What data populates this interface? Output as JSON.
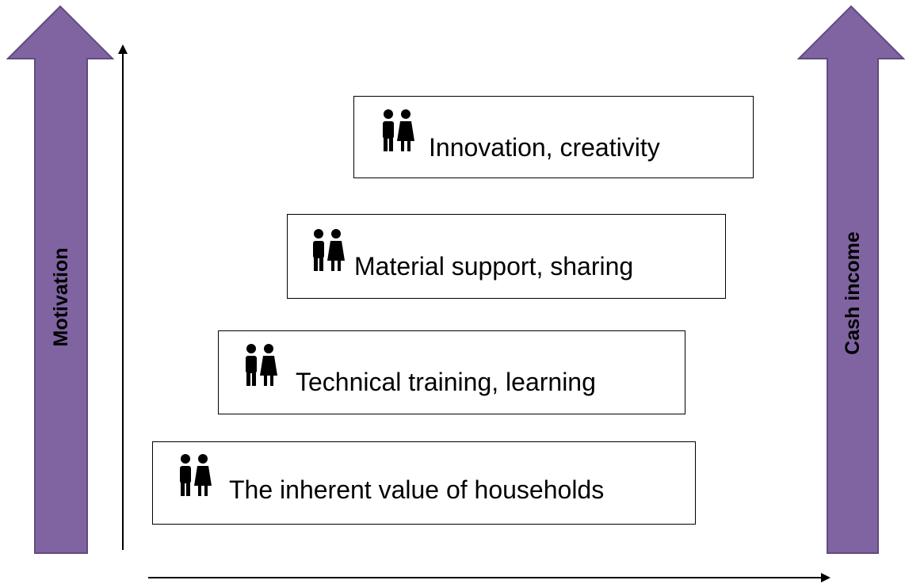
{
  "left_arrow": {
    "label": "Motivation",
    "color": "#8064a2"
  },
  "right_arrow": {
    "label": "Cash income",
    "color": "#8064a2"
  },
  "levels": [
    {
      "label": "Innovation, creativity",
      "icon": "people-icon"
    },
    {
      "label": "Material support, sharing",
      "icon": "people-icon"
    },
    {
      "label": "Technical training, learning",
      "icon": "people-icon"
    },
    {
      "label": "The inherent value of households",
      "icon": "people-icon"
    }
  ]
}
